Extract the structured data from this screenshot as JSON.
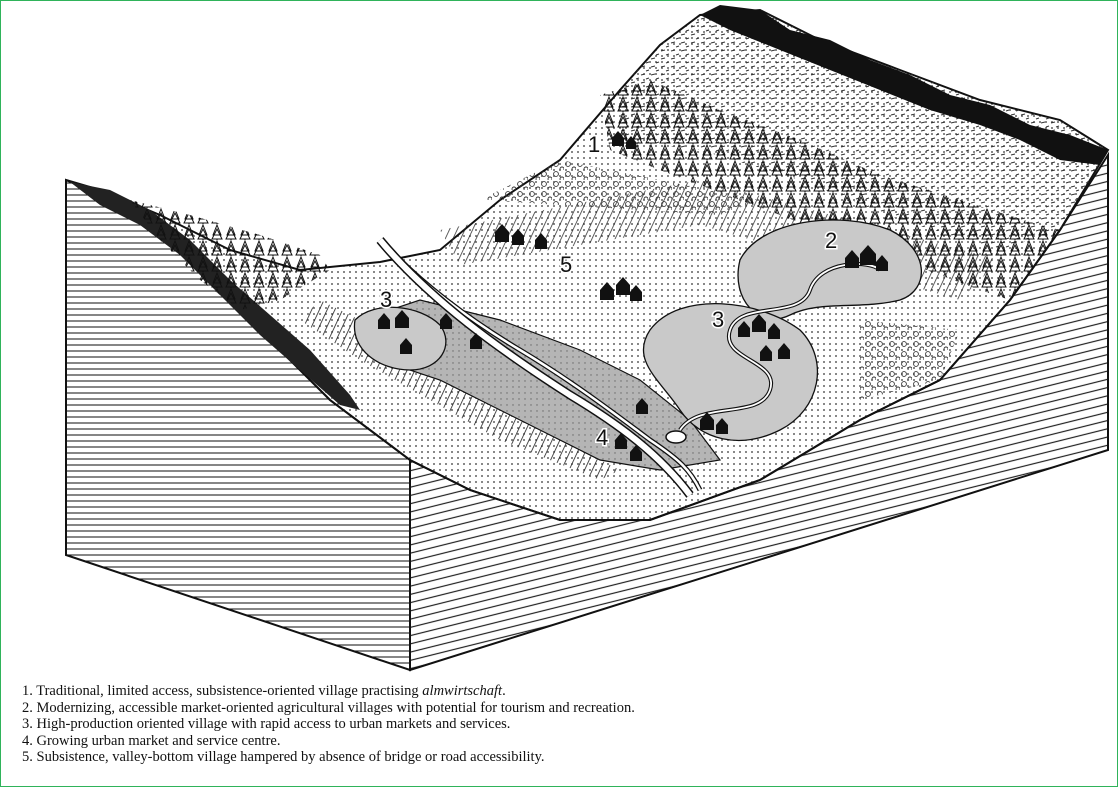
{
  "markers": {
    "m1": "1",
    "m2": "2",
    "m3a": "3",
    "m3b": "3",
    "m4": "4",
    "m5": "5"
  },
  "legend": {
    "items": [
      {
        "num": "1.",
        "text": "Traditional, limited access, subsistence-oriented village practising ",
        "italic": "almwirtschaft",
        "end": "."
      },
      {
        "num": "2.",
        "text": "Modernizing, accessible market-oriented agricultural villages with potential for tourism and recreation."
      },
      {
        "num": "3.",
        "text": "High-production oriented village with rapid access to urban markets and services."
      },
      {
        "num": "4.",
        "text": "Growing urban market and service centre."
      },
      {
        "num": "5.",
        "text": "Subsistence, valley-bottom village hampered by absence of bridge or road accessibility."
      }
    ]
  }
}
